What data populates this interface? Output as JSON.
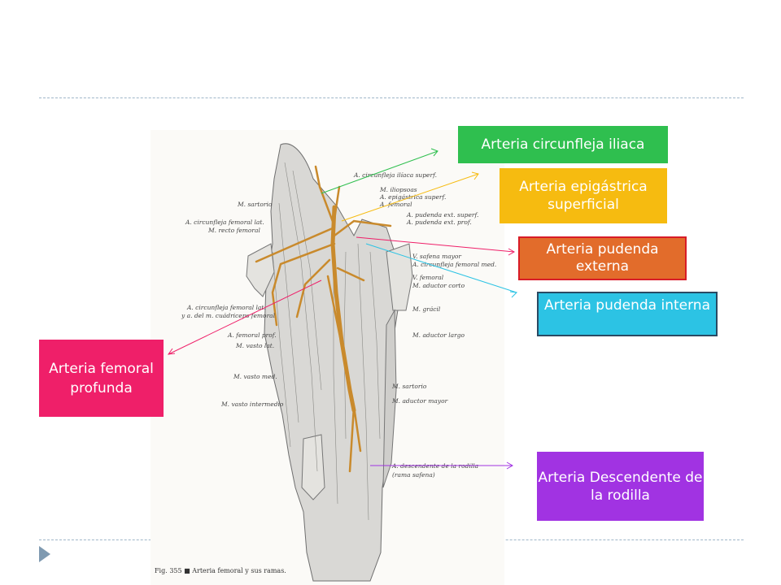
{
  "callouts": {
    "circunfleja_iliaca": {
      "label": "Arteria circunfleja iliaca",
      "color": "#2fbf4f"
    },
    "epigastrica": {
      "label": "Arteria epigástrica superficial",
      "color": "#f6bb10"
    },
    "pudenda_externa": {
      "label": "Arteria pudenda externa",
      "color": "#e26c2b"
    },
    "pudenda_interna": {
      "label": "Arteria pudenda interna",
      "color": "#2cc3e4"
    },
    "femoral_profunda": {
      "label": "Arteria femoral profunda",
      "color": "#ef1f69"
    },
    "descendente_rodilla": {
      "label": "Arteria Descendente de la rodilla",
      "color": "#a133e2"
    }
  },
  "figure": {
    "labels": {
      "circunfleja_iliaca_superf": "A. circunfleja ilíaca superf.",
      "iliopsoas": "M. iliopsoas",
      "epigastrica_superf": "A. epigástrica superf.",
      "a_femoral": "A. femoral",
      "pudenda_ext_superf": "A. pudenda ext. superf.",
      "pudenda_ext_prof": "A. pudenda ext. prof.",
      "safena_mayor": "V. safena mayor",
      "circunfleja_femoral_med": "A. circunfleja femoral med.",
      "v_femoral": "V. femoral",
      "aductor_corto": "M. aductor corto",
      "gracil": "M. grácil",
      "aductor_largo": "M. aductor largo",
      "sartorio_right": "M. sartorio",
      "aductor_mayor": "M. aductor mayor",
      "descendente_rodilla": "A. descendente de la rodilla",
      "rama_safena": "(rama safena)",
      "sartorio_left": "M. sartorio",
      "circunfleja_femoral_lat": "A. circunfleja femoral lat.",
      "recto_femoral": "M. recto femoral",
      "circunfleja_lat_2": "A. circunfleja femoral lat.",
      "cuadriceps": "y a. del m. cuádriceps femoral",
      "femoral_prof": "A. femoral prof.",
      "vasto_lat": "M. vasto lat.",
      "vasto_med": "M. vasto med.",
      "vasto_intermedio": "M. vasto intermedio"
    },
    "caption": "Fig. 355 ■ Arteria femoral y sus ramas."
  }
}
